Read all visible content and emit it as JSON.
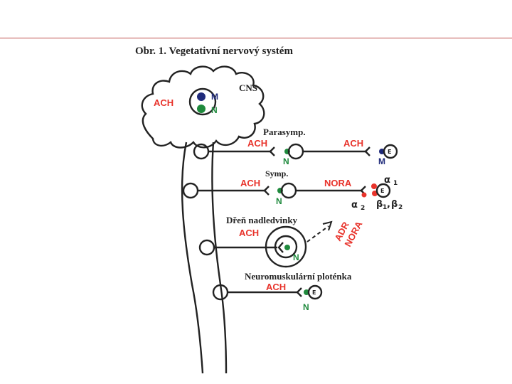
{
  "title": "Obr. 1.  Vegetativní nervový systém",
  "cns": {
    "label": "CNS",
    "transmitter": "ACH",
    "receptor_m": "M",
    "receptor_n": "N"
  },
  "parasymp": {
    "label": "Parasymp.",
    "pre_transmitter": "ACH",
    "ganglion_receptor": "N",
    "post_transmitter": "ACH",
    "effector": "E",
    "effector_receptor": "M"
  },
  "symp": {
    "label": "Symp.",
    "pre_transmitter": "ACH",
    "ganglion_receptor": "N",
    "post_transmitter": "NORA",
    "effector": "E",
    "alpha1": "α",
    "alpha1_sub": "1",
    "alpha2": "α",
    "alpha2_sub": "2",
    "beta": "β",
    "beta_sub1": "1",
    "beta_sep": ",",
    "beta2": "β",
    "beta_sub2": "2"
  },
  "adrenal": {
    "label": "Dřeň nadledvinky",
    "pre_transmitter": "ACH",
    "receptor": "N",
    "out_adr": "ADR",
    "out_nora": "NORA"
  },
  "nmj": {
    "label": "Neuromuskulární ploténka",
    "transmitter": "ACH",
    "effector": "E",
    "receptor": "N"
  },
  "colors": {
    "red": "#e8332b",
    "green": "#1f8a3d",
    "navy": "#1f2a7a",
    "line": "#222222",
    "rule": "#c0504d"
  }
}
